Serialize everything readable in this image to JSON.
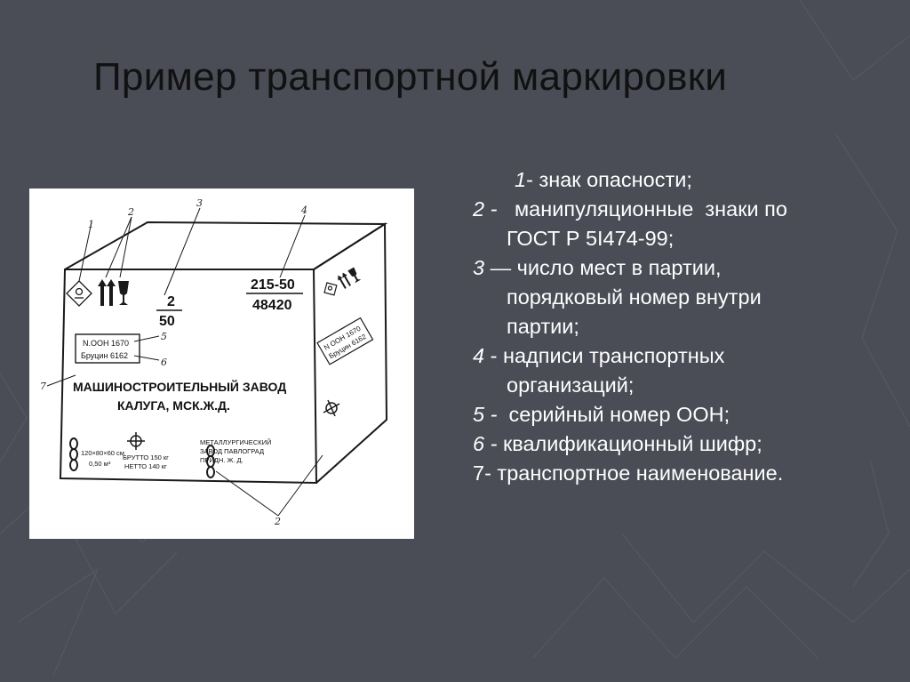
{
  "slide": {
    "title": "Пример транспортной маркировки",
    "background": "#4a4c56",
    "text_color": "#ffffff"
  },
  "legend": [
    {
      "num": "1",
      "sep": "- ",
      "lines": [
        "знак опасности;"
      ]
    },
    {
      "num": "2 - ",
      "sep": "",
      "lines": [
        "  манипуляционные  знаки по",
        "ГОСТ Р 5I474-99;"
      ]
    },
    {
      "num": "3",
      "sep": " — ",
      "lines": [
        "число мест в партии,",
        "порядковый номер внутри",
        "партии;"
      ]
    },
    {
      "num": "4",
      "sep": " - ",
      "lines": [
        "надписи транспортных",
        "организаций;"
      ]
    },
    {
      "num": "5 - ",
      "sep": "",
      "lines": [
        " серийный номер ООН;"
      ]
    },
    {
      "num": "6 - ",
      "sep": "",
      "lines": [
        "квалификационный шифр;"
      ]
    },
    {
      "num": "",
      "sep": "",
      "lines": [
        "7- транспортное наименование."
      ]
    }
  ],
  "box": {
    "callouts": [
      "1",
      "2",
      "3",
      "4",
      "5",
      "6",
      "7",
      "2"
    ],
    "places_top": "2",
    "places_bottom": "50",
    "transport_top": "215-50",
    "transport_bottom": "48420",
    "un_number": "N.ООН 1670",
    "shipping_name": "Бруцин 6162",
    "manufacturer_line1": "МАШИНОСТРОИТЕЛЬНЫЙ ЗАВОД",
    "manufacturer_line2": "КАЛУГА, МСК.Ж.Д.",
    "dims_line1": "120×80×60 см",
    "dims_line2": "0,50 м³",
    "gross": "БРУТТО 150 кг",
    "net": "НЕТТО 140 кг",
    "dest_line1": "МЕТАЛЛУРГИЧЕСКИЙ",
    "dest_line2": "ЗАВОД ПАВЛОГРАД",
    "dest_line3": "ПРИДН. Ж. Д.",
    "side_un": "N ООН 1670",
    "side_name": "Бруцин 6162"
  }
}
